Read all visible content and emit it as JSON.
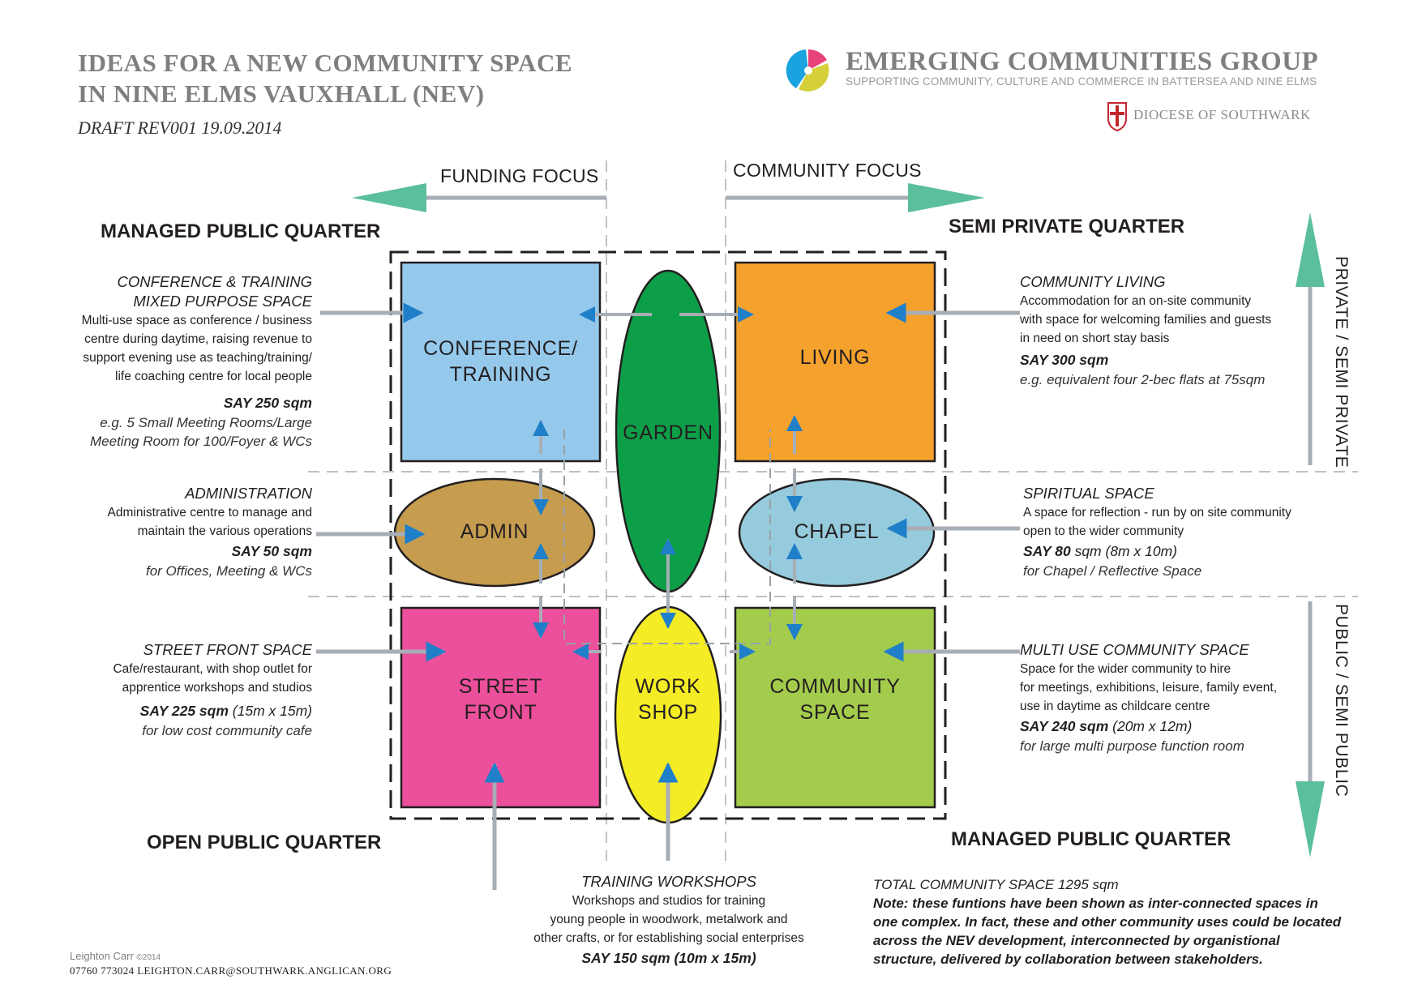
{
  "header": {
    "title_line1": "IDEAS FOR A NEW COMMUNITY SPACE",
    "title_line2": "IN NINE ELMS VAUXHALL (NEV)",
    "subtitle": "DRAFT  REV001  19.09.2014",
    "org_name": "EMERGING COMMUNITIES GROUP",
    "org_tagline": "SUPPORTING COMMUNITY, CULTURE AND COMMERCE IN BATTERSEA AND NINE ELMS",
    "diocese": "DIOCESE OF SOUTHWARK"
  },
  "focus": {
    "funding": "FUNDING FOCUS",
    "community": "COMMUNITY FOCUS"
  },
  "quarters": {
    "top_left": "MANAGED PUBLIC QUARTER",
    "top_right": "SEMI PRIVATE QUARTER",
    "bottom_left": "OPEN PUBLIC QUARTER",
    "bottom_right": "MANAGED PUBLIC QUARTER"
  },
  "side_labels": {
    "top": "PRIVATE / SEMI PRIVATE",
    "bottom": "PUBLIC / SEMI PUBLIC"
  },
  "rooms": {
    "conference_l1": "CONFERENCE/",
    "conference_l2": "TRAINING",
    "living": "LIVING",
    "garden": "GARDEN",
    "admin": "ADMIN",
    "chapel": "CHAPEL",
    "street_l1": "STREET",
    "street_l2": "FRONT",
    "workshop_l1": "WORK",
    "workshop_l2": "SHOP",
    "community_l1": "COMMUNITY",
    "community_l2": "SPACE"
  },
  "descriptions": {
    "conference": {
      "h1": "CONFERENCE & TRAINING",
      "h2": "MIXED PURPOSE SPACE",
      "l1": "Multi-use space as conference / business",
      "l2": "centre during daytime, raising revenue to",
      "l3": "support evening use as teaching/training/",
      "l4": "life coaching centre for local people",
      "say": "SAY 250 sqm",
      "e1": "e.g. 5 Small Meeting Rooms/Large",
      "e2": "Meeting Room for 100/Foyer & WCs"
    },
    "admin": {
      "h1": "ADMINISTRATION",
      "l1": "Administrative centre to manage and",
      "l2": "maintain the various operations",
      "say": "SAY 50 sqm",
      "e1": "for Offices, Meeting & WCs"
    },
    "street": {
      "h1": "STREET FRONT SPACE",
      "l1": "Cafe/restaurant, with shop outlet for",
      "l2": "apprentice workshops and studios",
      "say": "SAY 225 sqm",
      "dim": " (15m x 15m)",
      "e1": "for low cost community cafe"
    },
    "living": {
      "h1": "COMMUNITY LIVING",
      "l1": "Accommodation for an on-site community",
      "l2": "with space for welcoming families and guests",
      "l3": "in need on short stay basis",
      "say": "SAY 300 sqm",
      "e1": "e.g. equivalent four 2-bec flats at 75sqm"
    },
    "chapel": {
      "h1": "SPIRITUAL SPACE",
      "l1": "A space for reflection - run by on site community",
      "l2": "open to the wider community",
      "say": "SAY 80",
      "dim": " sqm (8m x 10m)",
      "e1": "for Chapel / Reflective Space"
    },
    "community": {
      "h1": "MULTI USE COMMUNITY SPACE",
      "l1": "Space for the wider community to hire",
      "l2": "for meetings, exhibitions, leisure, family event,",
      "l3": "use in daytime as childcare centre",
      "say": "SAY 240 sqm",
      "dim": " (20m x 12m)",
      "e1": "for large multi purpose function room"
    },
    "workshop": {
      "h1": "TRAINING WORKSHOPS",
      "l1": "Workshops and studios for training",
      "l2": "young people in woodwork, metalwork and",
      "l3": "other crafts, or for establishing social enterprises",
      "say": "SAY 150 sqm (10m x 15m)"
    }
  },
  "note": {
    "total": "TOTAL COMMUNITY SPACE 1295 sqm",
    "l1": "Note: these funtions have been shown as inter-connected spaces in",
    "l2": "one complex. In fact, these and other community uses could be located",
    "l3": "across the NEV development, interconnected by organistional",
    "l4": "structure, delivered by collaboration between stakeholders."
  },
  "credit": {
    "name": "Leighton Carr",
    "year": "©2014",
    "contact": "07760 773024  LEIGHTON.CARR@SOUTHWARK.ANGLICAN.ORG"
  },
  "colors": {
    "conference": "#95c9ec",
    "living": "#f4a22d",
    "garden": "#0d9e48",
    "admin": "#c69c4e",
    "chapel": "#95cbdc",
    "street": "#ec4f9b",
    "workshop": "#f4ec25",
    "community": "#a4cc4c",
    "arrow_blue": "#1f7fc8",
    "arrow_grey": "#a7aeb5",
    "arrow_teal": "#5bbf9c"
  }
}
